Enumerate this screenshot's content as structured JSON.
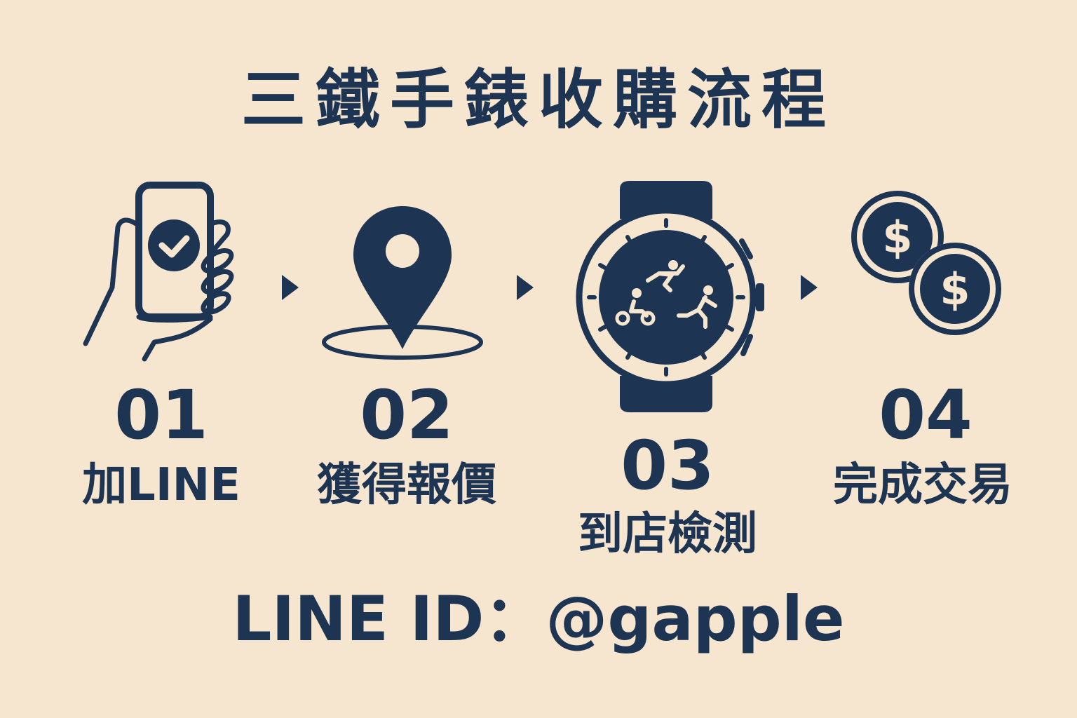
{
  "title": "三鐵手錶收購流程",
  "colors": {
    "background": "#f6e6cf",
    "primary": "#1d3553"
  },
  "steps": [
    {
      "number": "01",
      "label": "加LINE",
      "icon": "hand-holding-phone-check-icon"
    },
    {
      "number": "02",
      "label": "獲得報價",
      "icon": "location-pin-icon"
    },
    {
      "number": "03",
      "label": "到店檢測",
      "icon": "triathlon-watch-icon"
    },
    {
      "number": "04",
      "label": "完成交易",
      "icon": "dollar-coins-icon"
    }
  ],
  "arrow_icon": "triangle-right-icon",
  "footer": {
    "line_id": "LINE ID：@gapple"
  }
}
